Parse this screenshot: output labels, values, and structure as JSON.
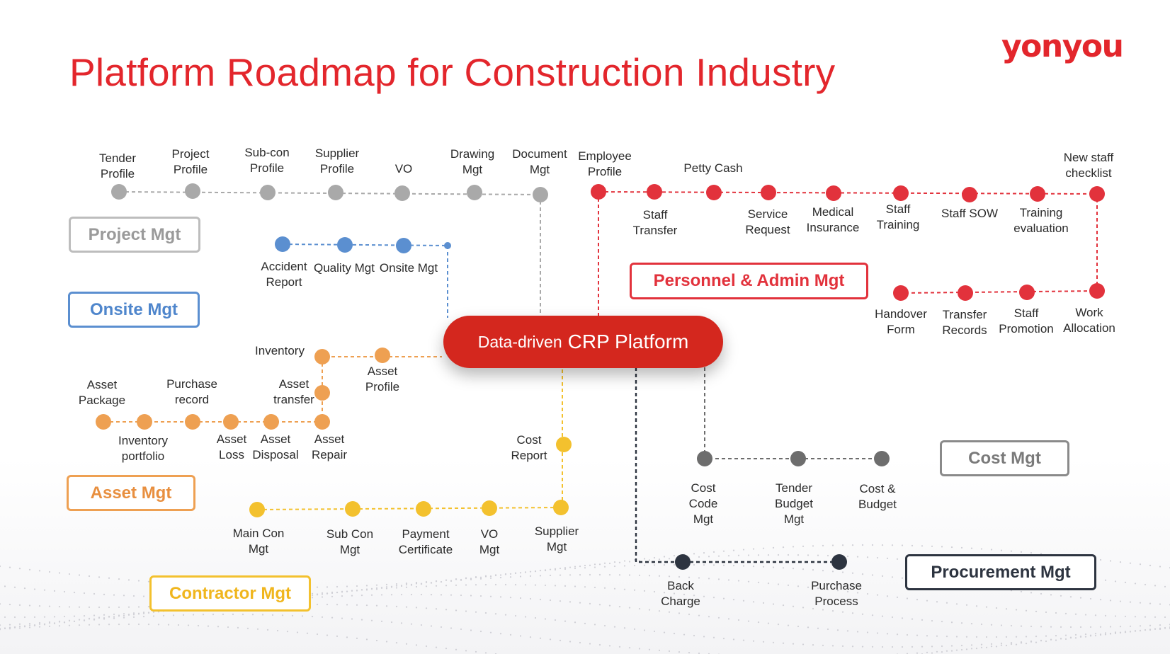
{
  "title": "Platform Roadmap for Construction Industry",
  "logo_text": "yonyou",
  "colors": {
    "brand_red": "#e3262c",
    "project": "#a9a9a9",
    "onsite": "#5b8fd0",
    "asset": "#eea052",
    "contractor": "#f3c12e",
    "personnel": "#e2323c",
    "cost": "#6d6d6d",
    "procurement": "#2d3440"
  },
  "center": {
    "prefix": "Data-driven",
    "main": "CRP Platform"
  },
  "modules": {
    "project": "Project Mgt",
    "onsite": "Onsite Mgt",
    "asset": "Asset Mgt",
    "contractor": "Contractor Mgt",
    "personnel": "Personnel & Admin Mgt",
    "cost": "Cost Mgt",
    "procurement": "Procurement Mgt"
  },
  "nodes": {
    "project": [
      "Tender\nProfile",
      "Project\nProfile",
      "Sub-con\nProfile",
      "Supplier\nProfile",
      "VO",
      "Drawing\nMgt",
      "Document\nMgt"
    ],
    "onsite": [
      "Accident\nReport",
      "Quality Mgt",
      "Onsite Mgt"
    ],
    "asset": [
      "Asset\nPackage",
      "Inventory\nportfolio",
      "Purchase\nrecord",
      "Asset\nLoss",
      "Asset\nDisposal",
      "Asset\nRepair",
      "Asset\ntransfer",
      "Inventory",
      "Asset\nProfile"
    ],
    "contractor": [
      "Main Con\nMgt",
      "Sub Con\nMgt",
      "Payment\nCertificate",
      "VO\nMgt",
      "Supplier\nMgt",
      "Cost\nReport"
    ],
    "personnel_top": [
      "Employee\nProfile",
      "Staff\nTransfer",
      "Petty Cash",
      "Service\nRequest",
      "Medical\nInsurance",
      "Staff\nTraining",
      "Staff SOW",
      "Training\nevaluation",
      "New staff\nchecklist"
    ],
    "personnel_bottom": [
      "Handover\nForm",
      "Transfer\nRecords",
      "Staff\nPromotion",
      "Work\nAllocation"
    ],
    "cost": [
      "Cost\nCode\nMgt",
      "Tender\nBudget\nMgt",
      "Cost &\nBudget"
    ],
    "procurement": [
      "Back\nCharge",
      "Purchase\nProcess"
    ]
  }
}
